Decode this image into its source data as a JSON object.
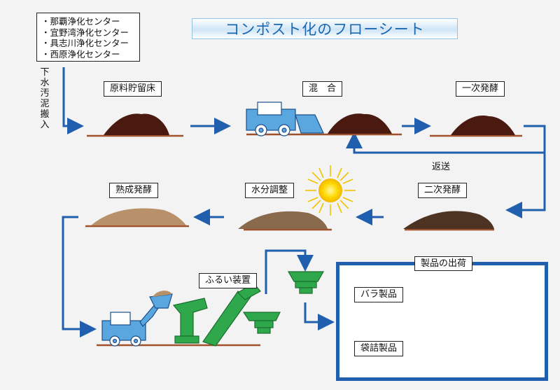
{
  "title": "コンポスト化のフローシート",
  "centers": [
    "・那覇浄化センター",
    "・宜野湾浄化センター",
    "・具志川浄化センター",
    "・西原浄化センター"
  ],
  "inflow_label": "下水汚泥搬入",
  "steps": {
    "storage": "原料貯留床",
    "mixing": "混　合",
    "primary": "一次発酵",
    "secondary": "二次発酵",
    "moisture": "水分調整",
    "maturation": "熟成発酵",
    "screening": "ふるい装置"
  },
  "return_label": "返送",
  "shipping": {
    "title": "製品の出荷",
    "bulk": "バラ製品",
    "bagged": "袋詰製品"
  },
  "colors": {
    "arrow": "#1f5fad",
    "pile_dark": "#4a1a10",
    "pile_light": "#b8906a",
    "ground": "#a0522d",
    "machine_blue": "#5aa6de",
    "machine_green": "#2ea84a"
  }
}
